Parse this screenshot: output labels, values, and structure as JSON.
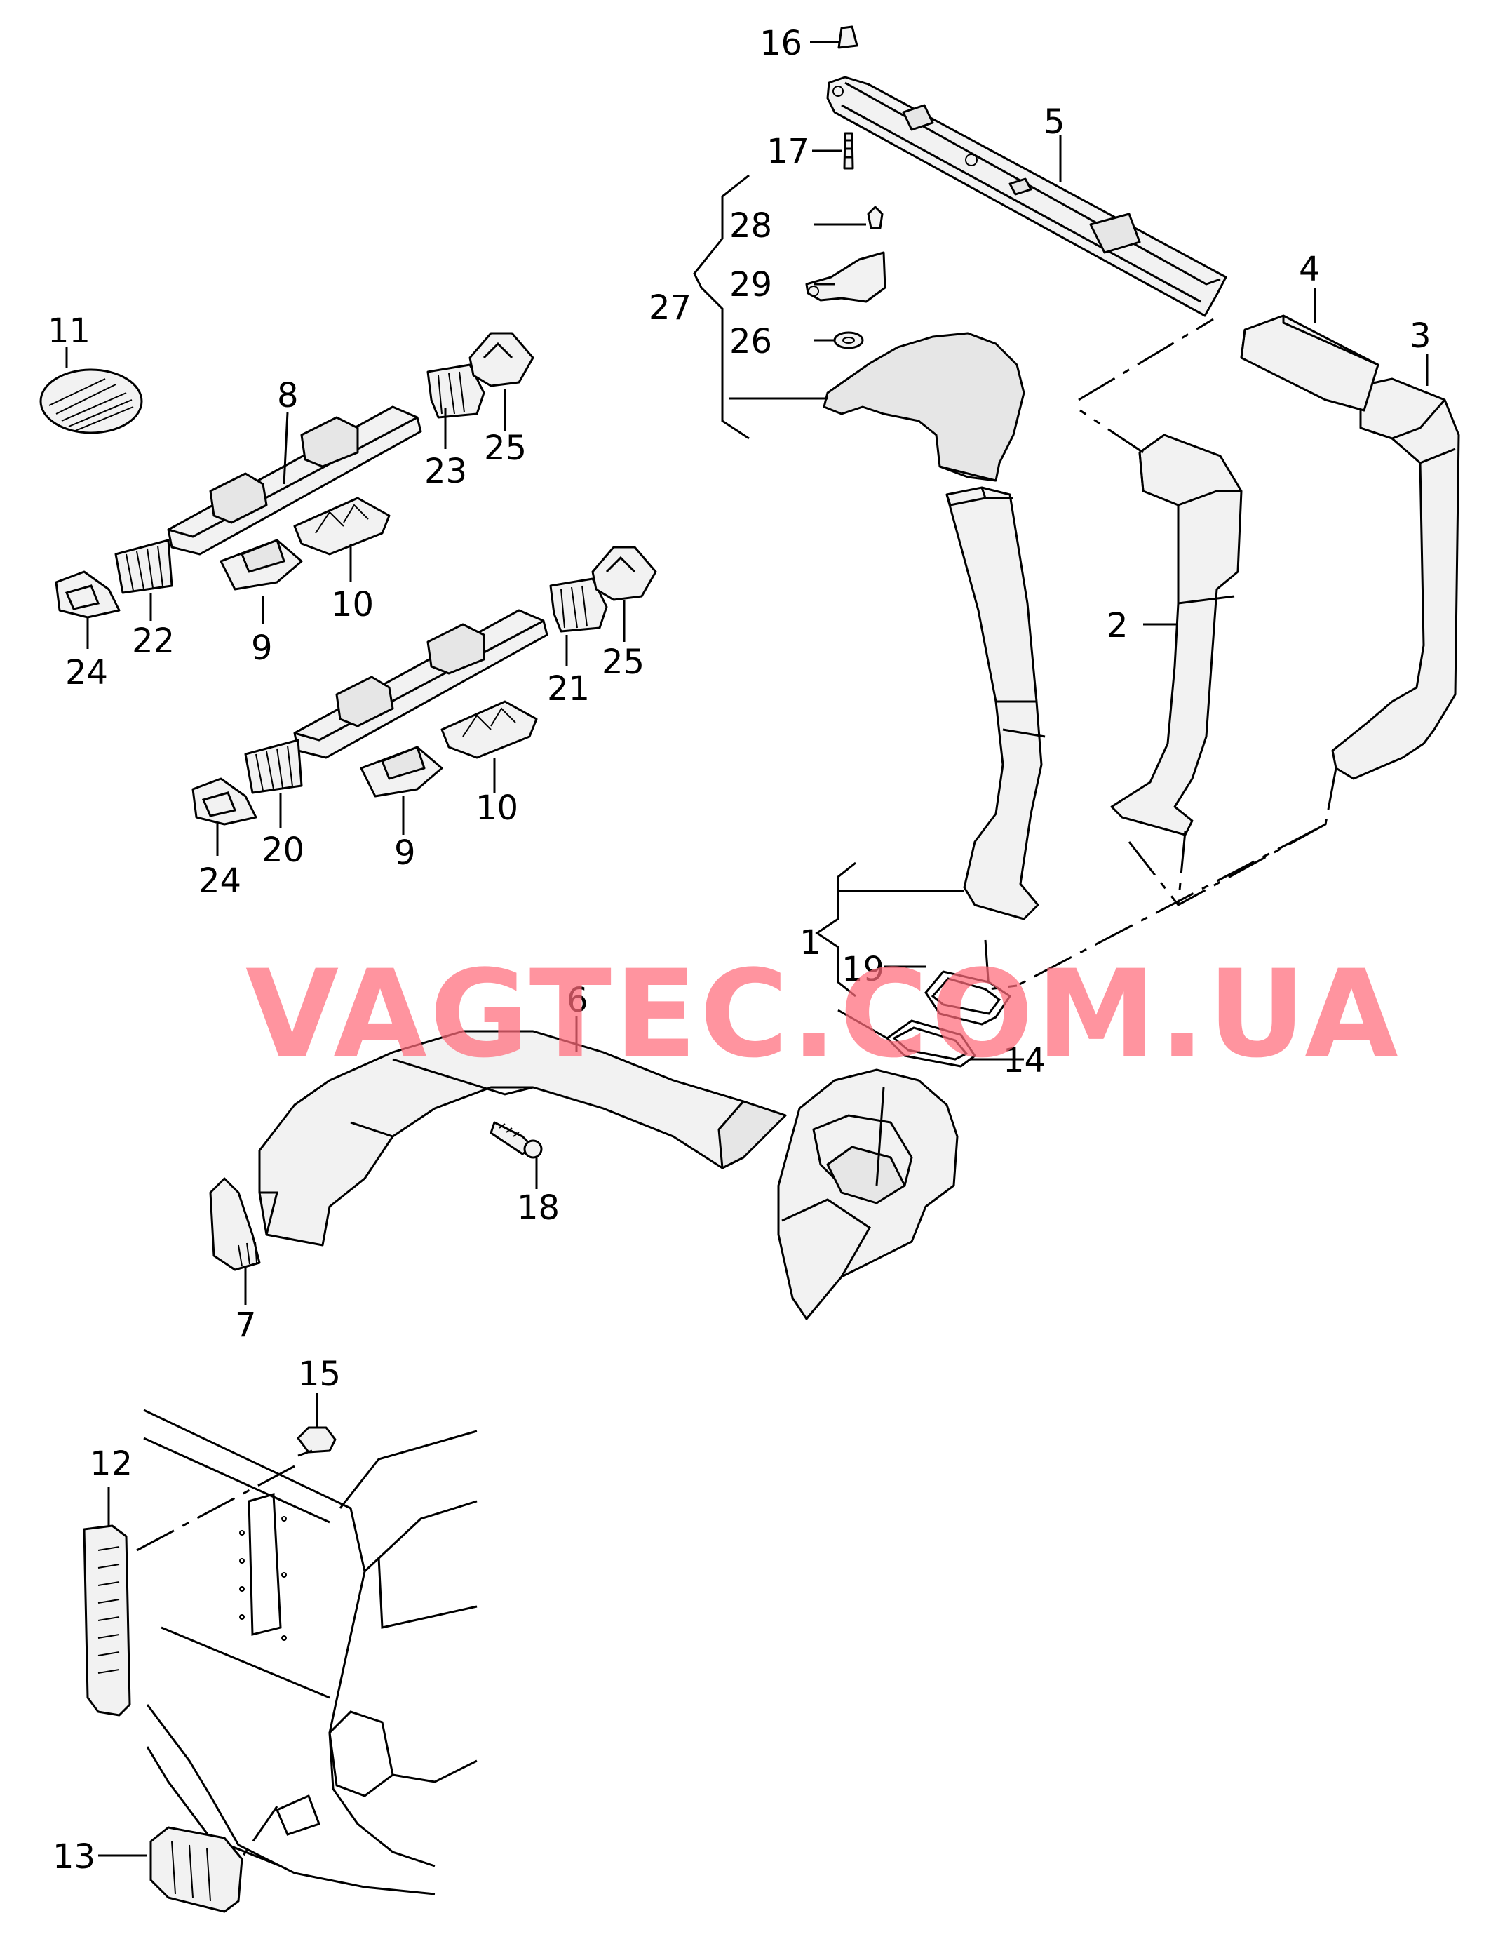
{
  "callouts": [
    "1",
    "2",
    "3",
    "4",
    "5",
    "6",
    "7",
    "8",
    "9",
    "10",
    "11",
    "12",
    "13",
    "14",
    "15",
    "16",
    "17",
    "18",
    "19",
    "20",
    "21",
    "22",
    "23",
    "24",
    "25",
    "26",
    "27",
    "28",
    "29"
  ],
  "labels": {
    "p16": "16",
    "p17": "17",
    "p5": "5",
    "p28": "28",
    "p29": "29",
    "p27": "27",
    "p26": "26",
    "p4": "4",
    "p3": "3",
    "p2": "2",
    "p11": "11",
    "p8": "8",
    "p23": "23",
    "p25a": "25",
    "p10a": "10",
    "p9a": "9",
    "p22": "22",
    "p24a": "24",
    "p21": "21",
    "p25b": "25",
    "p10b": "10",
    "p9b": "9",
    "p20": "20",
    "p24b": "24",
    "p1": "1",
    "p19": "19",
    "p6": "6",
    "p14": "14",
    "p18": "18",
    "p7": "7",
    "p15": "15",
    "p12": "12",
    "p13": "13"
  },
  "watermark": "VAGTEC.COM.UA",
  "colors": {
    "watermark": "#ff6b7a",
    "line": "#000000",
    "background": "#ffffff"
  }
}
